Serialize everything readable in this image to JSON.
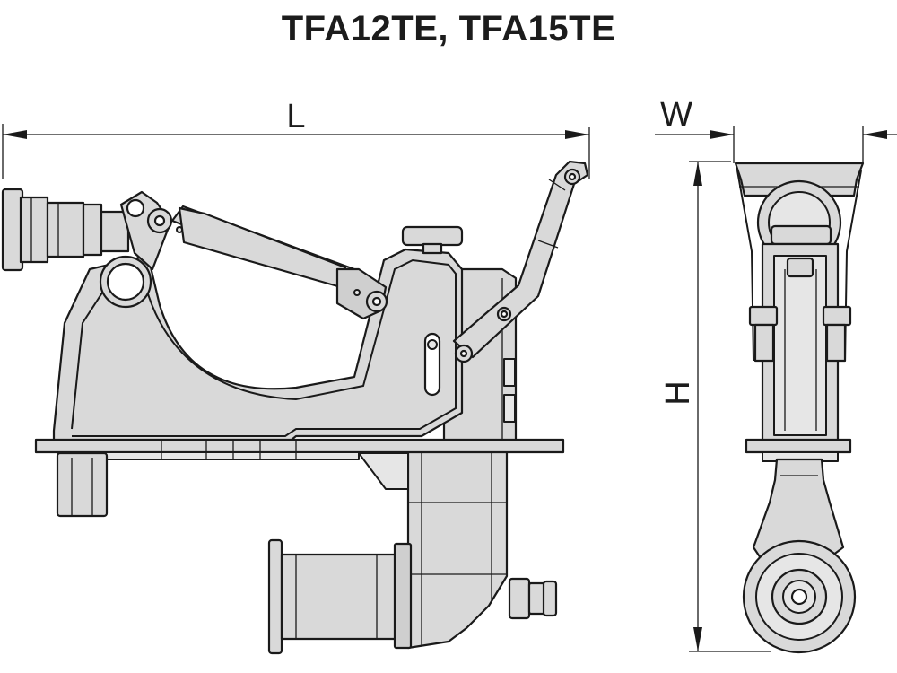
{
  "title": "TFA12TE, TFA15TE",
  "dimensions": {
    "length_label": "L",
    "width_label": "W",
    "height_label": "H"
  }
}
